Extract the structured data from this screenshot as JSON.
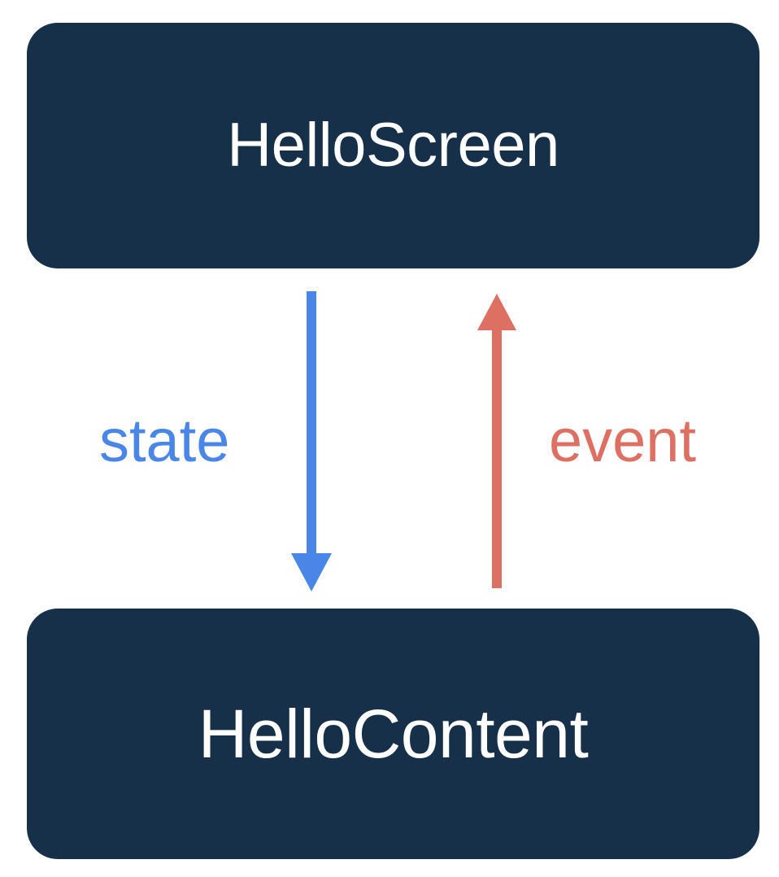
{
  "diagram": {
    "title": "HelloScreen / HelloContent unidirectional data flow",
    "background_color": "#ffffff",
    "node_fill_color": "#16304a",
    "node_text_color": "#ffffff",
    "nodes": [
      {
        "id": "hello-screen",
        "label": "HelloScreen",
        "shape": "rounded-rectangle",
        "position": "top"
      },
      {
        "id": "hello-content",
        "label": "HelloContent",
        "shape": "rounded-rectangle",
        "position": "bottom"
      }
    ],
    "edges": [
      {
        "id": "state",
        "label": "state",
        "color": "#4a86e8",
        "from": "hello-screen",
        "to": "hello-content",
        "direction": "down",
        "label_side": "left"
      },
      {
        "id": "event",
        "label": "event",
        "color": "#dd7063",
        "from": "hello-content",
        "to": "hello-screen",
        "direction": "up",
        "label_side": "right"
      }
    ]
  }
}
